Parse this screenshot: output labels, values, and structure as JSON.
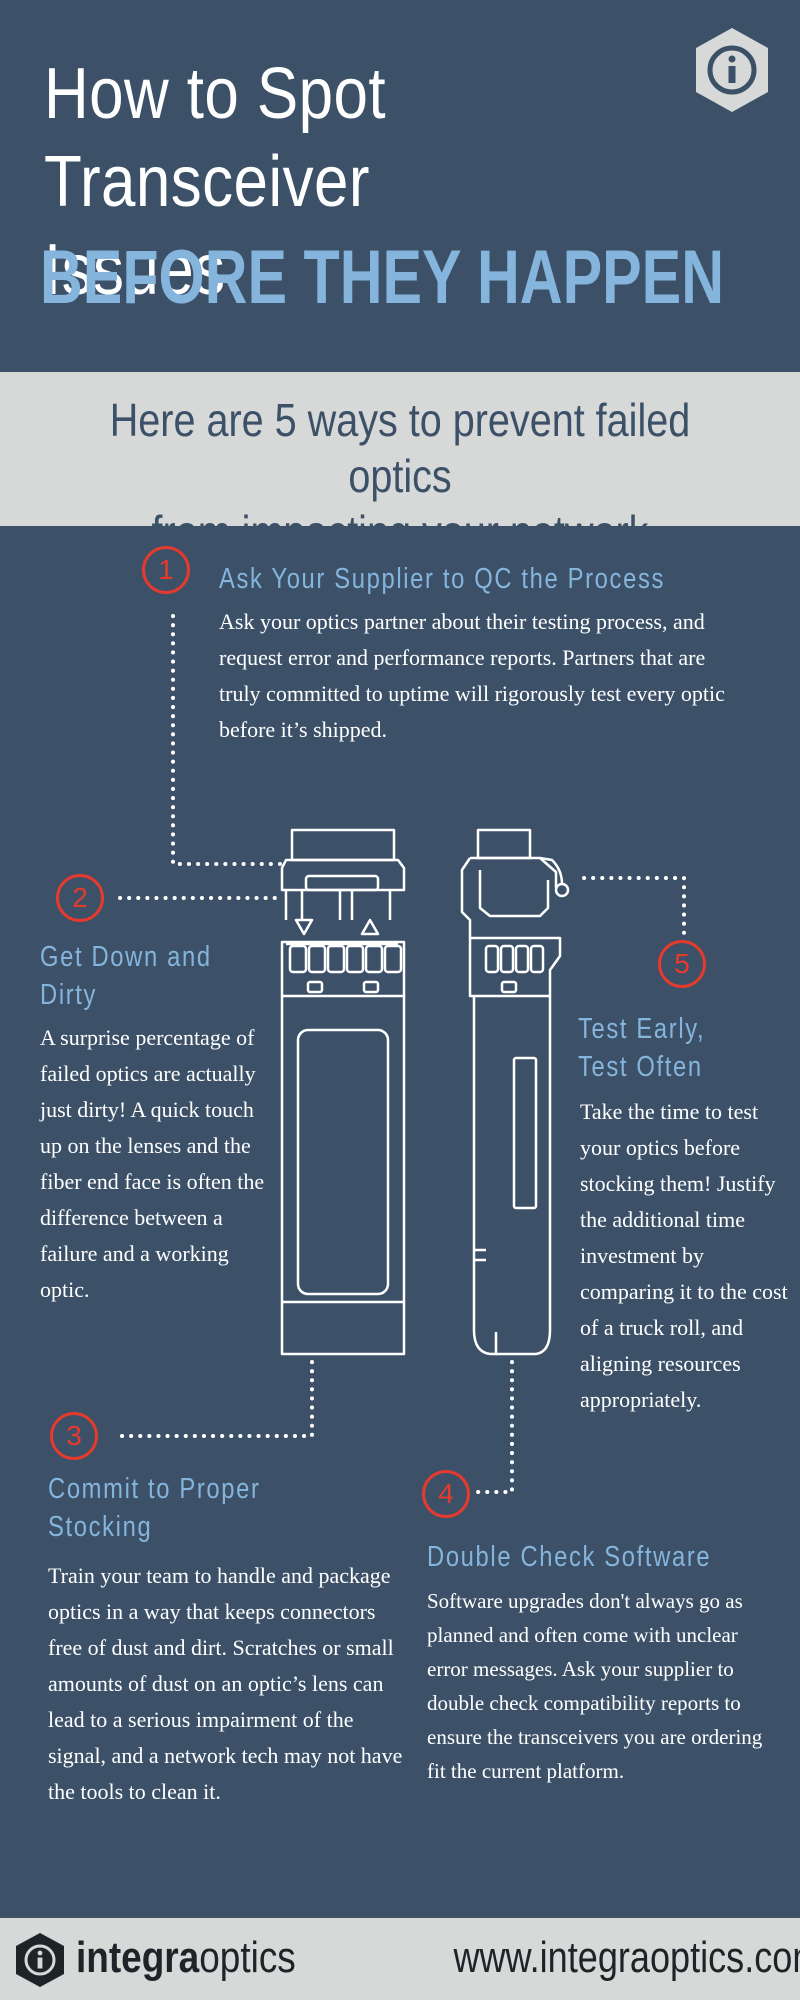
{
  "header": {
    "title_line1": "How to Spot",
    "title_line2": "Transceiver Issues",
    "subtitle": "BEFORE THEY HAPPEN",
    "icon": "info-icon"
  },
  "intro": {
    "line1": "Here are 5 ways to prevent failed optics",
    "line2": "from impacting your network performance."
  },
  "steps": [
    {
      "number": "1",
      "title": "Ask Your Supplier to QC the Process",
      "body": "Ask your optics partner about their testing process, and request error and performance reports. Partners that are truly committed to uptime will rigorously test every optic before it’s shipped."
    },
    {
      "number": "2",
      "title_line1": "Get Down and",
      "title_line2": "Dirty",
      "body": "A surprise percentage of failed optics are actually just dirty! A quick touch up on the lenses and the fiber end face is often the difference between a failure and a working optic."
    },
    {
      "number": "3",
      "title_line1": "Commit to Proper",
      "title_line2": "Stocking",
      "body": "Train your team to handle and package optics in a way that keeps connectors free of dust and dirt. Scratches or small amounts of dust on an optic’s lens can lead to a serious impairment of the signal, and a network tech may not have the tools to clean it."
    },
    {
      "number": "4",
      "title": "Double Check Software",
      "body": "Software upgrades don't always go as planned and often come with unclear error messages. Ask your supplier to double check compatibility reports to ensure the transceivers you are ordering fit the current platform."
    },
    {
      "number": "5",
      "title_line1": "Test Early,",
      "title_line2": "Test Often",
      "body": "Take the time to test your optics before stocking them! Justify the additional time investment by comparing it to the cost of a truck roll, and aligning resources appropriately."
    }
  ],
  "footer": {
    "brand_bold": "integra",
    "brand_light": "optics",
    "url": "www.integraoptics.com",
    "logo_icon": "info-icon"
  },
  "colors": {
    "background": "#3c5168",
    "accent_blue": "#85b5dc",
    "accent_red": "#e63a2f",
    "band": "#d7d8d8"
  }
}
